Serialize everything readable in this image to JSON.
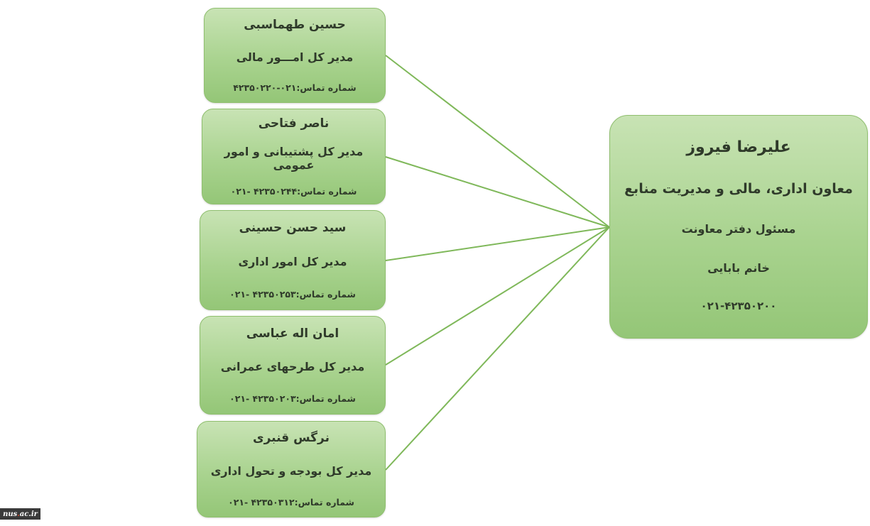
{
  "center": {
    "name": "علیرضا فیروز",
    "role": "معاون اداری، مالی و مدیریت منابع",
    "assistant_title": "مسئول دفتر معاونت",
    "assistant_name": "خانم بابایی",
    "phone": "۰۲۱-۴۲۳۵۰۲۰۰"
  },
  "managers": [
    {
      "name": "حسین طهماسبی",
      "role": "مدیر کل امـــور مالی",
      "phone": "شماره تماس:۰۲۱-۴۲۳۵۰۲۲۰"
    },
    {
      "name": "ناصر فتاحی",
      "role": "مدیر کل پشتیبانی و امور عمومی",
      "phone": "شماره تماس:۴۲۳۵۰۲۴۴ -۰۲۱"
    },
    {
      "name": "سید حسن حسینی",
      "role": "مدیر کل امور اداری",
      "phone": "شماره تماس:۴۲۳۵۰۲۵۳ -۰۲۱"
    },
    {
      "name": "امان اله عباسی",
      "role": "مدیر کل طرحهای عمرانی",
      "phone": "شماره تماس:۴۲۳۵۰۲۰۳ -۰۲۱"
    },
    {
      "name": "نرگس قنبری",
      "role": "مدیر کل بودجه و تحول اداری",
      "phone": "شماره تماس:۴۲۳۵۰۳۱۲ -۰۲۱"
    }
  ],
  "watermark": {
    "prefix": "nus",
    "dot": ".",
    "suffix": "ac.ir"
  }
}
